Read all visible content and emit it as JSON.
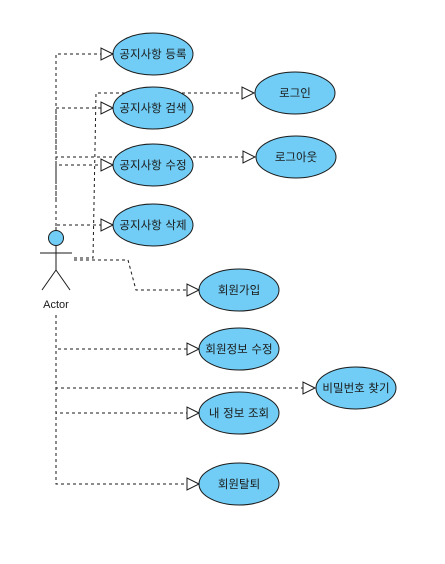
{
  "diagram": {
    "actor": {
      "label": "Actor",
      "color": "#71cdf5"
    },
    "usecase_color": "#71cdf5",
    "use_cases": [
      {
        "id": "uc-notice-register",
        "label": "공지사항 등록"
      },
      {
        "id": "uc-notice-search",
        "label": "공지사항 검색"
      },
      {
        "id": "uc-notice-edit",
        "label": "공지사항 수정"
      },
      {
        "id": "uc-notice-delete",
        "label": "공지사항 삭제"
      },
      {
        "id": "uc-login",
        "label": "로그인"
      },
      {
        "id": "uc-logout",
        "label": "로그아웃"
      },
      {
        "id": "uc-signup",
        "label": "회원가입"
      },
      {
        "id": "uc-member-edit",
        "label": "회원정보 수정"
      },
      {
        "id": "uc-find-password",
        "label": "비밀번호 찾기"
      },
      {
        "id": "uc-my-info",
        "label": "내 정보 조회"
      },
      {
        "id": "uc-withdraw",
        "label": "회원탈퇴"
      }
    ],
    "edges": [
      {
        "from": "actor",
        "to": "uc-notice-register"
      },
      {
        "from": "actor",
        "to": "uc-notice-search"
      },
      {
        "from": "actor",
        "to": "uc-notice-edit"
      },
      {
        "from": "actor",
        "to": "uc-notice-delete"
      },
      {
        "from": "actor",
        "to": "uc-login"
      },
      {
        "from": "actor",
        "to": "uc-logout"
      },
      {
        "from": "actor",
        "to": "uc-signup"
      },
      {
        "from": "actor",
        "to": "uc-member-edit"
      },
      {
        "from": "actor",
        "to": "uc-find-password"
      },
      {
        "from": "actor",
        "to": "uc-my-info"
      },
      {
        "from": "actor",
        "to": "uc-withdraw"
      }
    ]
  }
}
